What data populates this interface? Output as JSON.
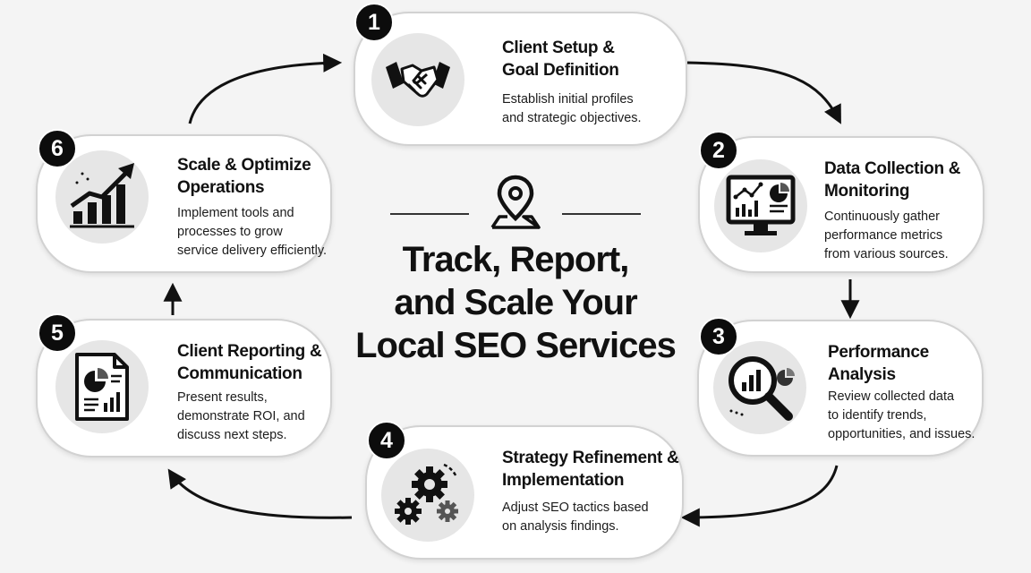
{
  "hub": {
    "title_lines": [
      "Track, Report,",
      "and Scale Your",
      "Local SEO Services"
    ],
    "icon": "map-pin-icon"
  },
  "steps": [
    {
      "number": "1",
      "title_lines": [
        "Client Setup &",
        "Goal Definition"
      ],
      "desc_lines": [
        "Establish initial profiles",
        "and strategic objectives."
      ],
      "icon": "handshake-icon"
    },
    {
      "number": "2",
      "title_lines": [
        "Data Collection &",
        "Monitoring"
      ],
      "desc_lines": [
        "Continuously gather",
        "performance metrics",
        "from various sources."
      ],
      "icon": "monitor-dashboard-icon"
    },
    {
      "number": "3",
      "title_lines": [
        "Performance",
        "Analysis"
      ],
      "desc_lines": [
        "Review collected data",
        "to identify trends,",
        "opportunities, and issues."
      ],
      "icon": "magnifier-chart-icon"
    },
    {
      "number": "4",
      "title_lines": [
        "Strategy Refinement &",
        "Implementation"
      ],
      "desc_lines": [
        "Adjust SEO tactics based",
        "on analysis findings."
      ],
      "icon": "gears-icon"
    },
    {
      "number": "5",
      "title_lines": [
        "Client Reporting &",
        "Communication"
      ],
      "desc_lines": [
        "Present results,",
        "demonstrate ROI, and",
        "discuss next steps."
      ],
      "icon": "report-document-icon"
    },
    {
      "number": "6",
      "title_lines": [
        "Scale & Optimize",
        "Operations"
      ],
      "desc_lines": [
        "Implement tools and",
        "processes to grow",
        "service delivery efficiently."
      ],
      "icon": "growth-chart-icon"
    }
  ],
  "colors": {
    "badge": "#0c0c0c",
    "card_border": "#d2d2d2",
    "icon_bg": "#e6e6e6",
    "background": "#f4f4f4"
  }
}
